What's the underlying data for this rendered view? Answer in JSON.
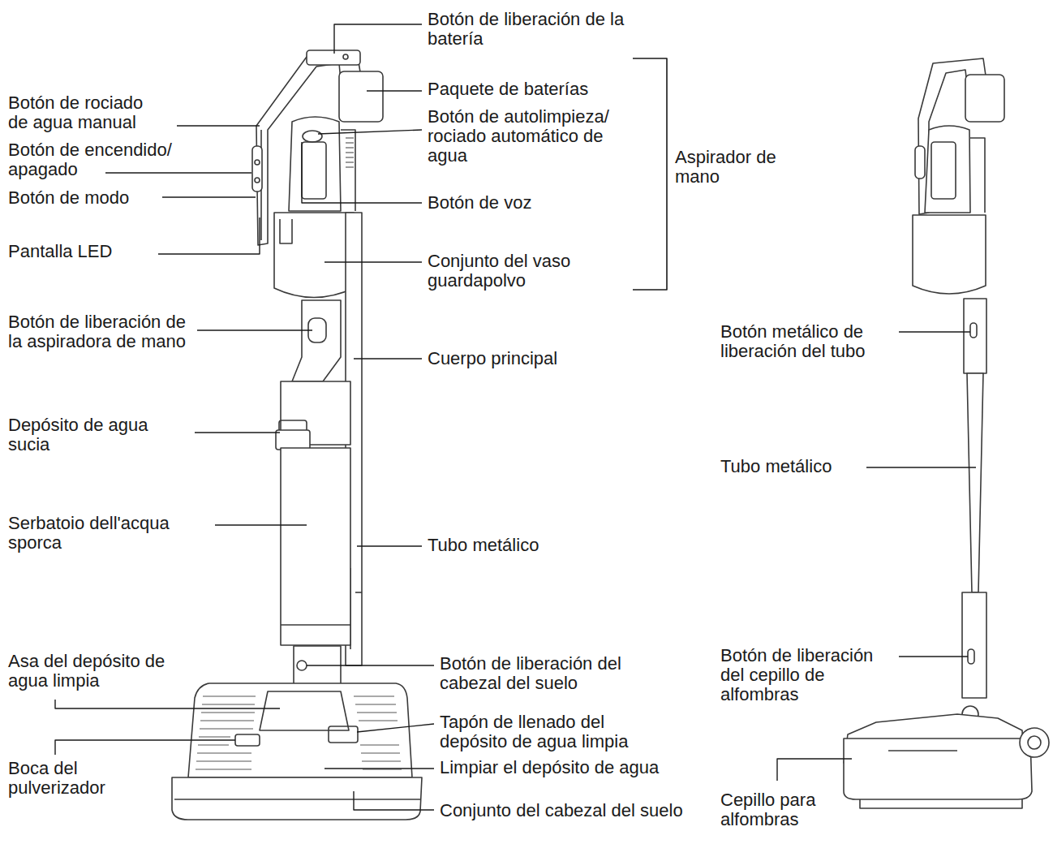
{
  "diagram": {
    "labels": [
      "Botón de liberación de la batería",
      "Paquete de baterías",
      "Botón de autolimpieza/ rociado automático de agua",
      "Aspirador de mano",
      "Botón de rociado de agua manual",
      "Botón de encendido/ apagado",
      "Botón de modo",
      "Botón de voz",
      "Pantalla LED",
      "Conjunto del vaso guardapolvo",
      "Botón de liberación de la aspiradora de mano",
      "Cuerpo principal",
      "Depósito de agua sucia",
      "Serbatoio dell'acqua sporca",
      "Tubo metálico",
      "Asa del depósito de agua limpia",
      "Botón de liberación del cabezal del suelo",
      "Boca del pulverizador",
      "Tapón de llenado del depósito de agua limpia",
      "Limpiar el depósito de agua",
      "Conjunto del cabezal del suelo",
      "Botón metálico de liberación del tubo",
      "Tubo metálico",
      "Botón de liberación del cepillo de alfombras",
      "Cepillo para alfombras"
    ]
  }
}
